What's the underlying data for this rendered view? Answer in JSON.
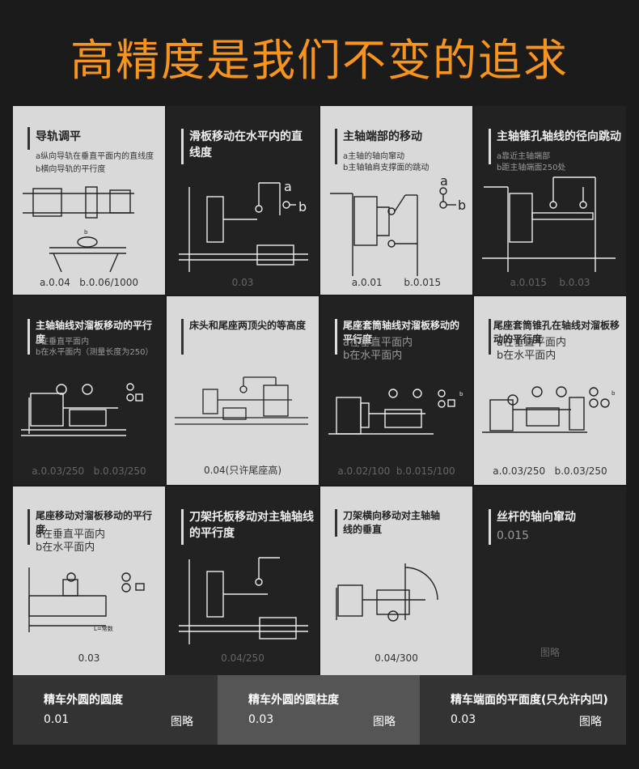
{
  "page_title": "高精度是我们不变的追求",
  "cells": [
    {
      "title": "导轨调平",
      "lines": [
        "a纵向导轨在垂直平面内的直线度",
        "b横向导轨的平行度"
      ],
      "values": [
        "a.0.04",
        "b.0.06/1000"
      ]
    },
    {
      "title": "滑板移动在水平内的直线度",
      "lines": [],
      "values": [
        "0.03"
      ]
    },
    {
      "title": "主轴端部的移动",
      "lines": [
        "a主轴的轴向窜动",
        "b主轴轴肩支撑面的跳动"
      ],
      "values": [
        "a.0.01",
        "b.0.015"
      ]
    },
    {
      "title": "主轴锥孔轴线的径向跳动",
      "lines": [
        "a靠近主轴端部",
        "b距主轴端面250处"
      ],
      "values": [
        "a.0.015",
        "b.0.03"
      ]
    },
    {
      "title": "主轴轴线对溜板移动的平行度",
      "lines": [
        "a在垂直平面内",
        "b在水平面内（测量长度为250）"
      ],
      "values": [
        "a.0.03/250",
        "b.0.03/250"
      ]
    },
    {
      "title": "床头和尾座两顶尖的等高度",
      "lines": [],
      "values": [
        "0.04(只许尾座高)"
      ]
    },
    {
      "title": "尾座套筒轴线对溜板移动的平行度",
      "lines": [
        "a在垂直平面内",
        "b在水平面内"
      ],
      "values": [
        "a.0.02/100",
        "b.0.015/100"
      ]
    },
    {
      "title": "尾座套筒锥孔在轴线对溜板移动的平行度",
      "lines": [
        "a在垂直平面内",
        "b在水平面内"
      ],
      "values": [
        "a.0.03/250",
        "b.0.03/250"
      ]
    },
    {
      "title": "尾座移动对溜板移动的平行度",
      "lines": [
        "a在垂直平面内",
        "b在水平面内"
      ],
      "values": [
        "0.03"
      ]
    },
    {
      "title": "刀架托板移动对主轴轴线的平行度",
      "lines": [],
      "values": [
        "0.04/250"
      ]
    },
    {
      "title": "刀架横向移动对主轴轴线的垂直",
      "lines": [],
      "values": [
        "0.04/300"
      ]
    },
    {
      "title": "丝杆的轴向窜动",
      "lines": [
        "0.015"
      ],
      "values": [
        "图略"
      ]
    }
  ],
  "diagram_labels": {
    "a": "a",
    "b": "b",
    "length_label": "L=常数"
  },
  "bottom": [
    {
      "title": "精车外圆的圆度",
      "value": "0.01",
      "link": "图略"
    },
    {
      "title": "精车外圆的圆柱度",
      "value": "0.03",
      "link": "图略"
    },
    {
      "title": "精车端面的平面度(只允许内凹)",
      "value": "0.03",
      "link": "图略"
    }
  ],
  "colors": {
    "accent": "#f7941d",
    "light_cell": "#d9d9d9",
    "dark_cell": "#222222"
  }
}
